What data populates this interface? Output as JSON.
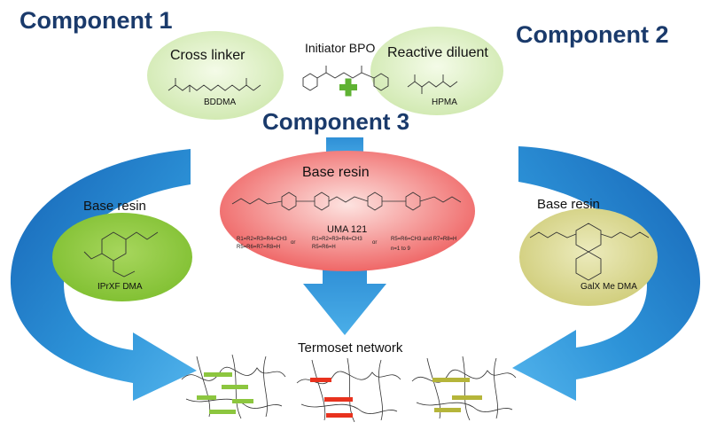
{
  "components": {
    "c1": "Component 1",
    "c2": "Component 2",
    "c3": "Component 3"
  },
  "initiator": {
    "label": "Initiator BPO"
  },
  "cross_linker": {
    "label": "Cross linker",
    "compound": "BDDMA"
  },
  "reactive_diluent": {
    "label": "Reactive diluent",
    "compound": "HPMA"
  },
  "base_resin_center": {
    "label": "Base resin",
    "compound": "UMA 121",
    "note_a1": "R1=R2=R3=R4=CH3",
    "note_a2": "R5=R6=R7=R8=H",
    "or1": "or",
    "note_b1": "R1=R2=R3=R4=CH3",
    "note_b2": "R5=R6=H",
    "or2": "or",
    "note_c1": "R5=R6=CH3 and R7=R8=H",
    "note_c2": "n=1 to 9"
  },
  "base_resin_left": {
    "label": "Base resin",
    "compound": "IPrXF DMA"
  },
  "base_resin_right": {
    "label": "Base resin",
    "compound": "GalX Me DMA"
  },
  "network": {
    "label": "Termoset network"
  },
  "colors": {
    "title": "#1a3a6b",
    "arrow_light": "#3aa6e2",
    "arrow_dark": "#1565b8",
    "ellipse_light_green": "#d8eebd",
    "ellipse_red": "#f26b6b",
    "ellipse_green": "#8cc63f",
    "ellipse_olive": "#d6d48a",
    "plus": "#5fb233",
    "bar_green": "#8cc63f",
    "bar_red": "#e8321e",
    "bar_olive": "#b5b53a"
  }
}
